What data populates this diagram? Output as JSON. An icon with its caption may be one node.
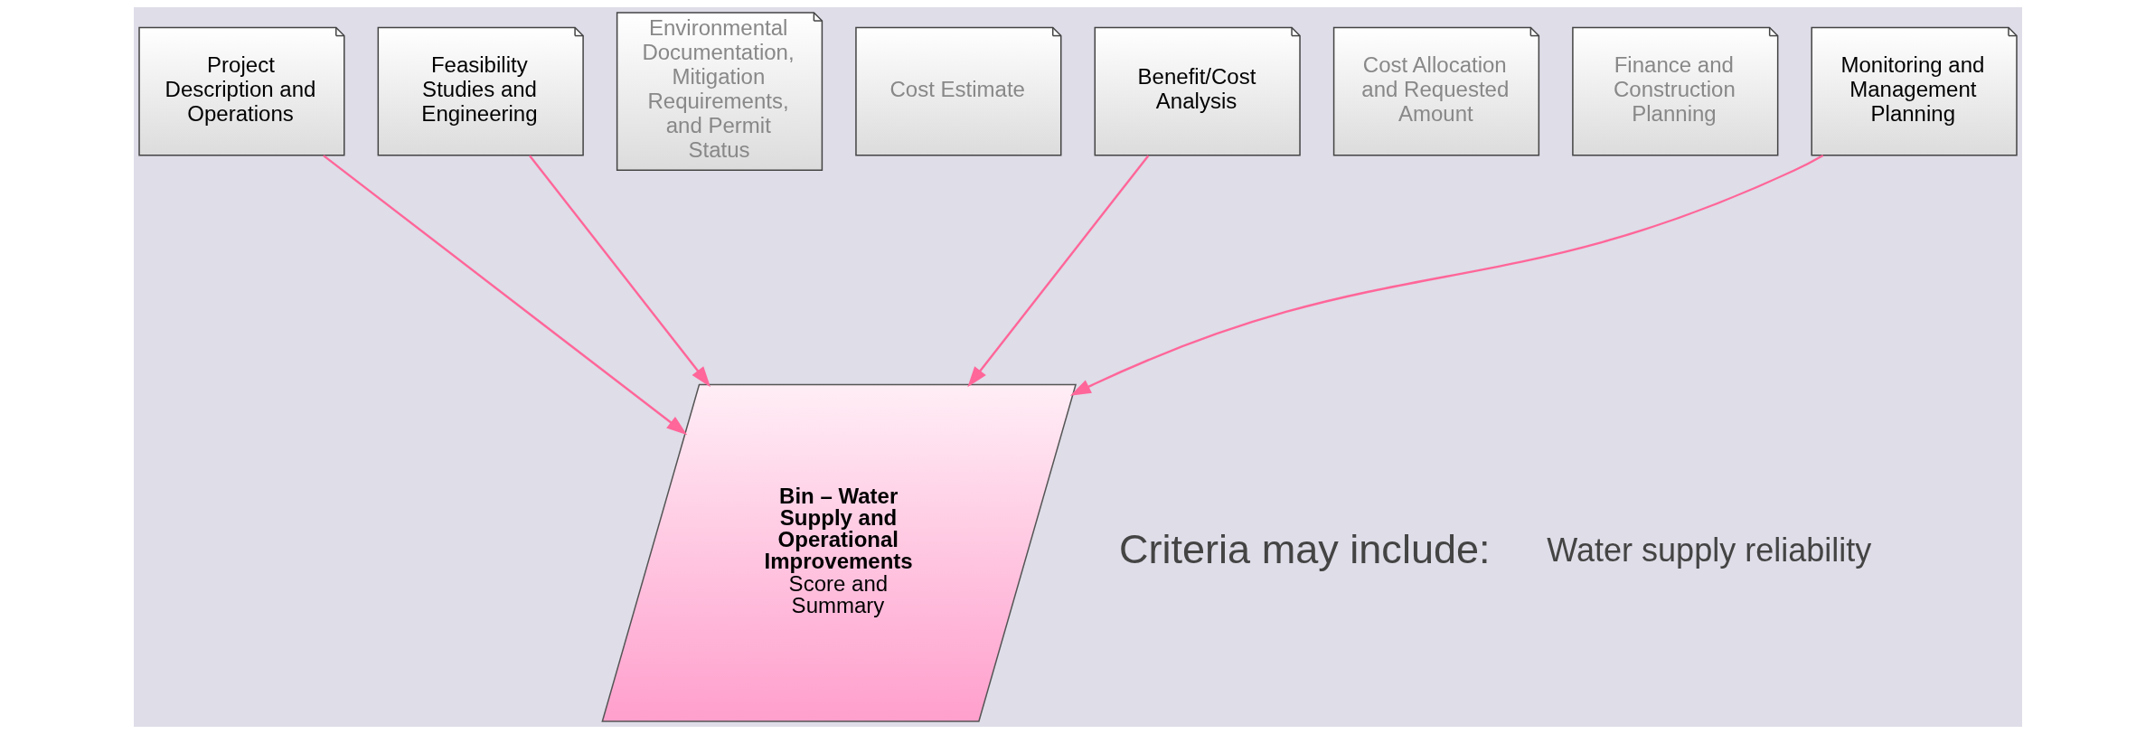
{
  "diagram": {
    "nodes": [
      {
        "text": [
          "Project Description and Operations"
        ]
      },
      {
        "text": [
          "Feasibility Studies and Engineering"
        ]
      },
      {
        "text": [
          "Environmental Documentation, Mitigation Requirements, and Permit Status"
        ]
      },
      {
        "text": [
          "Cost Estimate"
        ]
      },
      {
        "text": [
          "Benefit/Cost Analysis"
        ]
      },
      {
        "text": [
          "Cost Allocation and Requested Amount"
        ]
      },
      {
        "text": [
          "Finance and Construction Planning"
        ]
      },
      {
        "text": [
          "Monitoring and Management Planning"
        ]
      },
      {
        "text": [
          "Bin – Water Supply and Operational Improvements",
          "Score and Summary"
        ]
      }
    ],
    "edges": [
      {
        "from": 0,
        "to": 8,
        "arrow": "to"
      },
      {
        "from": 1,
        "to": 8,
        "arrow": "to"
      },
      {
        "from": 4,
        "to": 8,
        "arrow": "to"
      },
      {
        "from": 7,
        "to": 8,
        "arrow": "to"
      }
    ],
    "labels": [
      "Criteria may include:",
      "Water supply reliability"
    ]
  }
}
